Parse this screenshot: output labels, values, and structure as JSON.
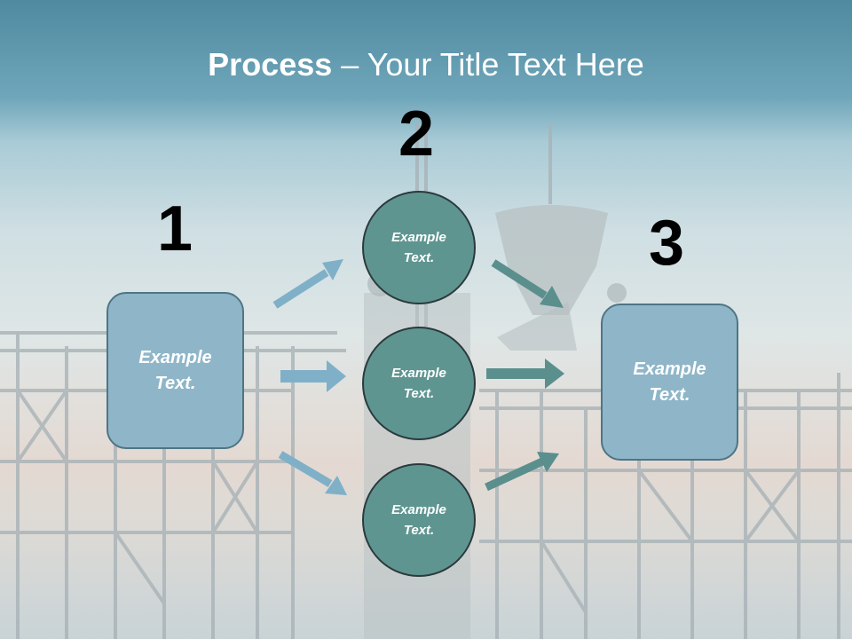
{
  "title": {
    "bold": "Process",
    "rest": " – Your Title Text Here"
  },
  "steps": {
    "one": "1",
    "two": "2",
    "three": "3"
  },
  "boxes": {
    "left": "Example Text.",
    "right": "Example Text."
  },
  "circles": {
    "top": "Example Text.",
    "middle": "Example Text.",
    "bottom": "Example Text."
  },
  "colors": {
    "box_fill": "#8fb6c8",
    "circle_fill": "#5f9590",
    "arrow_light": "#7fb0c8",
    "arrow_dark": "#5a8f8e"
  }
}
